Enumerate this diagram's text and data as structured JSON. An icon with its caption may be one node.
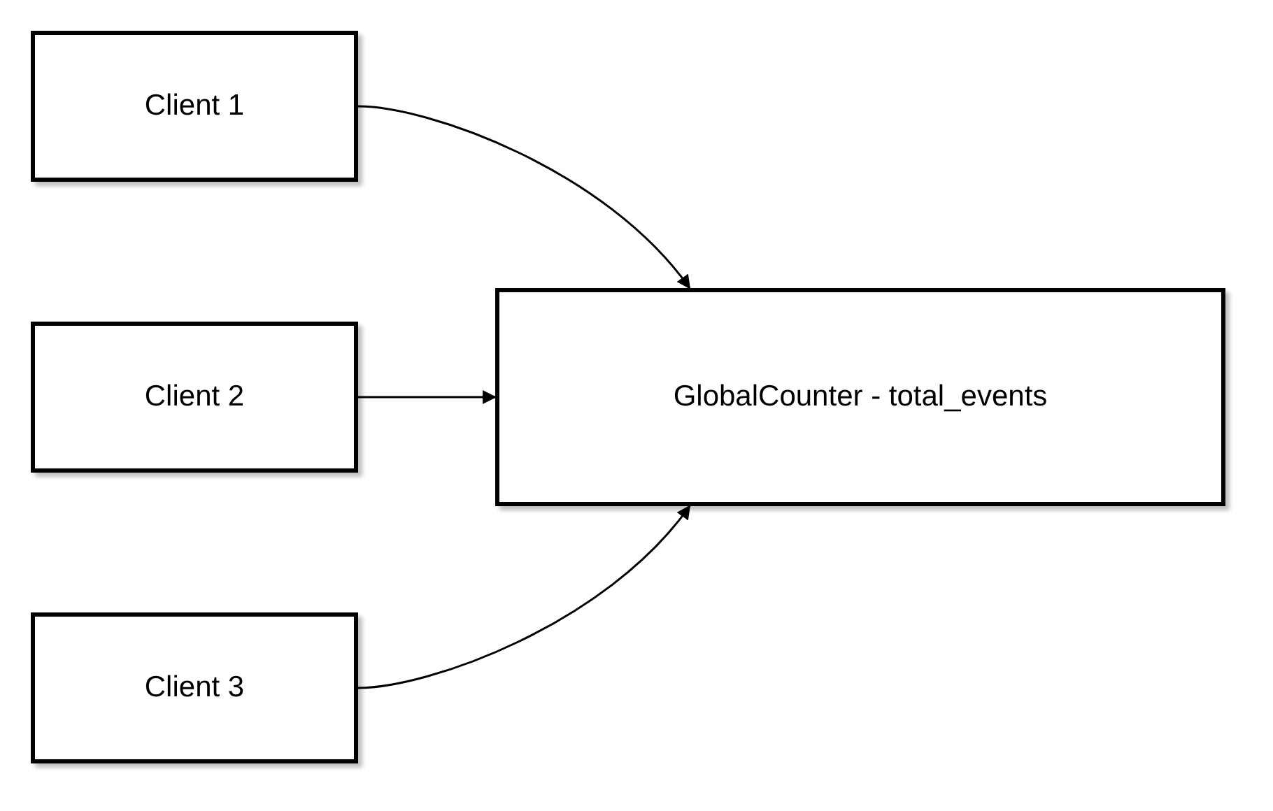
{
  "diagram": {
    "nodes": [
      {
        "text": [
          "Client 1"
        ]
      },
      {
        "text": [
          "Client 2"
        ]
      },
      {
        "text": [
          "Client 3"
        ]
      },
      {
        "text": [
          "GlobalCounter - total_events"
        ]
      }
    ],
    "edges": [
      {
        "from": 0,
        "to": 3,
        "arrow": "to"
      },
      {
        "from": 1,
        "to": 3,
        "arrow": "to"
      },
      {
        "from": 2,
        "to": 3,
        "arrow": "to"
      }
    ]
  }
}
